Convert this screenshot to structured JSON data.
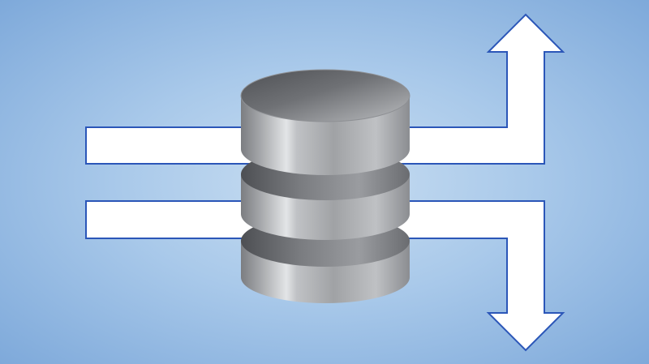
{
  "diagram": {
    "description_icon": "database-icon",
    "flows": [
      {
        "name": "input-flow-top",
        "direction": "in-to-out-up"
      },
      {
        "name": "input-flow-bottom",
        "direction": "in-to-out-down"
      }
    ]
  },
  "colors": {
    "background_center": "#c9def1",
    "background_edge": "#7ea9da",
    "arrow_fill": "#ffffff",
    "arrow_stroke": "#2b56b8",
    "cylinder_light": "#d7d9db",
    "cylinder_mid": "#a9abad",
    "cylinder_dark": "#5d5f63"
  }
}
